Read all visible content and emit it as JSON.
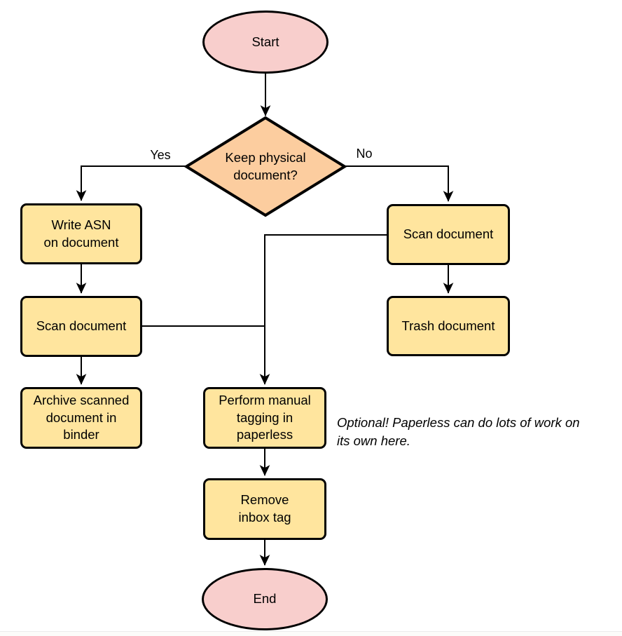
{
  "diagram": {
    "nodes": {
      "start": {
        "label": "Start",
        "type": "terminator"
      },
      "decision": {
        "label": "Keep physical\ndocument?",
        "type": "decision"
      },
      "write_asn": {
        "label": "Write ASN\non document",
        "type": "process"
      },
      "scan_left": {
        "label": "Scan document",
        "type": "process"
      },
      "archive": {
        "label": "Archive scanned\ndocument in\nbinder",
        "type": "process"
      },
      "scan_right": {
        "label": "Scan document",
        "type": "process"
      },
      "trash": {
        "label": "Trash document",
        "type": "process"
      },
      "tagging": {
        "label": "Perform manual\ntagging in\npaperless",
        "type": "process"
      },
      "remove_inbox": {
        "label": "Remove\ninbox tag",
        "type": "process"
      },
      "end": {
        "label": "End",
        "type": "terminator"
      }
    },
    "edge_labels": {
      "yes": "Yes",
      "no": "No"
    },
    "annotation": "Optional! Paperless can do lots of work on\nits own here.",
    "colors": {
      "terminator_fill": "#f8cecc",
      "decision_fill": "#fccd9f",
      "process_fill": "#ffe59e",
      "stroke": "#000000",
      "background": "#ffffff"
    }
  }
}
